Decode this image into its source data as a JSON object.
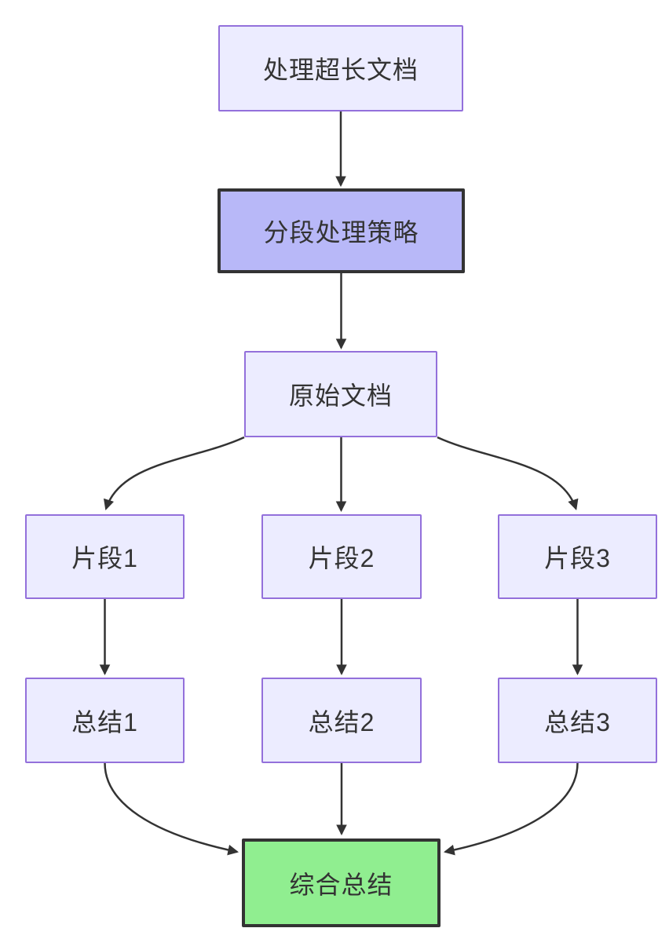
{
  "diagram": {
    "type": "flowchart",
    "direction": "top-down",
    "nodes": [
      {
        "id": "task",
        "label": "处理超长文档",
        "kind": "default"
      },
      {
        "id": "strategy",
        "label": "分段处理策略",
        "kind": "highlight-purple"
      },
      {
        "id": "original",
        "label": "原始文档",
        "kind": "default"
      },
      {
        "id": "fragment1",
        "label": "片段1",
        "kind": "default"
      },
      {
        "id": "fragment2",
        "label": "片段2",
        "kind": "default"
      },
      {
        "id": "fragment3",
        "label": "片段3",
        "kind": "default"
      },
      {
        "id": "summary1",
        "label": "总结1",
        "kind": "default"
      },
      {
        "id": "summary2",
        "label": "总结2",
        "kind": "default"
      },
      {
        "id": "summary3",
        "label": "总结3",
        "kind": "default"
      }
    ],
    "final_node": {
      "id": "final",
      "label": "综合总结",
      "kind": "highlight-green"
    },
    "edges": [
      {
        "from": "task",
        "to": "strategy"
      },
      {
        "from": "strategy",
        "to": "original"
      },
      {
        "from": "original",
        "to": "fragment1"
      },
      {
        "from": "original",
        "to": "fragment2"
      },
      {
        "from": "original",
        "to": "fragment3"
      },
      {
        "from": "fragment1",
        "to": "summary1"
      },
      {
        "from": "fragment2",
        "to": "summary2"
      },
      {
        "from": "fragment3",
        "to": "summary3"
      },
      {
        "from": "summary1",
        "to": "final"
      },
      {
        "from": "summary2",
        "to": "final"
      },
      {
        "from": "summary3",
        "to": "final"
      }
    ],
    "colors": {
      "node_fill": "#ECECFF",
      "node_border": "#9370DB",
      "strategy_fill": "#b8b8f8",
      "strategy_border": "#333333",
      "final_fill": "#90EE90",
      "final_border": "#333333",
      "edge": "#333333",
      "text": "#333333",
      "background": "#ffffff"
    }
  }
}
